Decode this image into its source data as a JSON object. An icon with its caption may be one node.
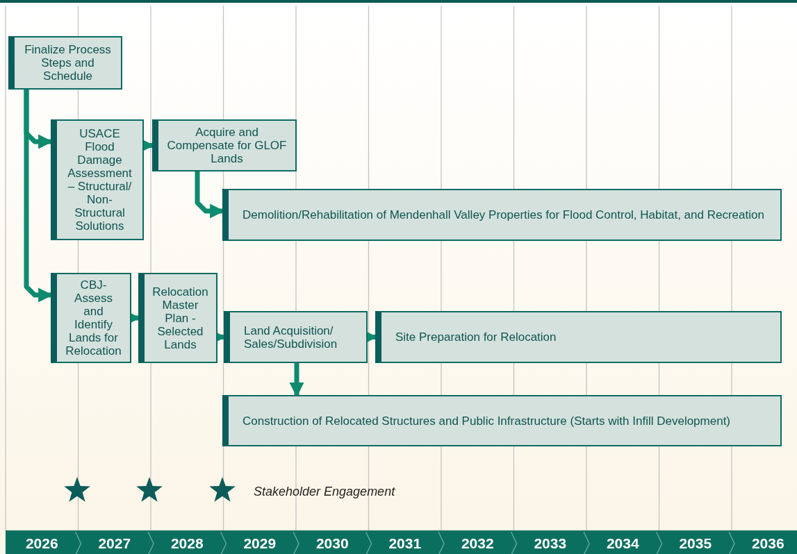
{
  "diagram": {
    "nodes": [
      {
        "text": [
          "Finalize Process Steps and Schedule"
        ]
      },
      {
        "text": [
          "USACE Flood Damage Assessment – Structural/ Non-Structural Solutions"
        ]
      },
      {
        "text": [
          "Acquire and Compensate for GLOF Lands"
        ]
      },
      {
        "text": [
          "Demolition/Rehabilitation of Mendenhall Valley Properties for Flood Control, Habitat, and Recreation"
        ]
      },
      {
        "text": [
          "CBJ-Assess and Identify Lands for Relocation"
        ]
      },
      {
        "text": [
          "Relocation Master Plan - Selected Lands"
        ]
      },
      {
        "text": [
          "Land Acquisition/ Sales/Subdivision"
        ]
      },
      {
        "text": [
          "Site Preparation for Relocation"
        ]
      },
      {
        "text": [
          "Construction of Relocated Structures and Public Infrastructure (Starts with Infill Development)"
        ]
      }
    ],
    "edges": [
      {
        "from": 0,
        "to": 1,
        "arrow": "to"
      },
      {
        "from": 0,
        "to": 4,
        "arrow": "to"
      },
      {
        "from": 1,
        "to": 2,
        "arrow": "to"
      },
      {
        "from": 2,
        "to": 3,
        "arrow": "to"
      },
      {
        "from": 4,
        "to": 5,
        "arrow": "to"
      },
      {
        "from": 5,
        "to": 6,
        "arrow": "to"
      },
      {
        "from": 6,
        "to": 7,
        "arrow": "to"
      },
      {
        "from": 6,
        "to": 8,
        "arrow": "to"
      }
    ],
    "labels": [
      "Stakeholder Engagement",
      "2026",
      "2027",
      "2028",
      "2029",
      "2030",
      "2031",
      "2032",
      "2033",
      "2034",
      "2035",
      "2036"
    ]
  }
}
